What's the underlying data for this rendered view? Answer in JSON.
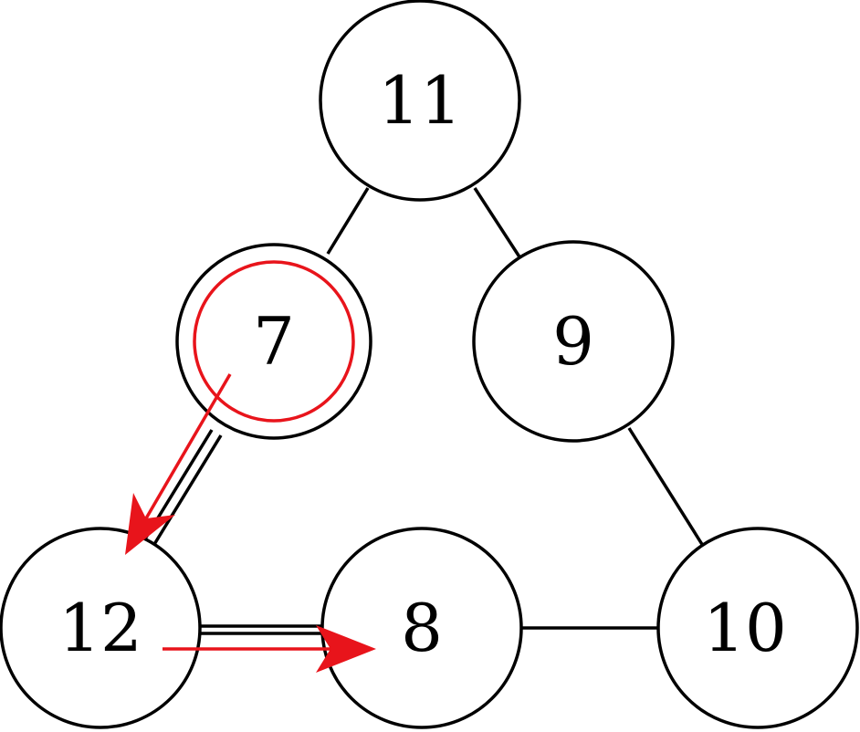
{
  "diagram": {
    "nodes": [
      {
        "id": "n11",
        "label": "11"
      },
      {
        "id": "n7",
        "label": "7"
      },
      {
        "id": "n9",
        "label": "9"
      },
      {
        "id": "n12",
        "label": "12"
      },
      {
        "id": "n8",
        "label": "8"
      },
      {
        "id": "n10",
        "label": "10"
      }
    ],
    "edges": [
      {
        "from": "11",
        "to": "7"
      },
      {
        "from": "11",
        "to": "9"
      },
      {
        "from": "9",
        "to": "10"
      },
      {
        "from": "7",
        "to": "12"
      },
      {
        "from": "12",
        "to": "8"
      },
      {
        "from": "8",
        "to": "10"
      }
    ],
    "highlighted_node": "7",
    "arrows": [
      {
        "from": "7",
        "to": "12"
      },
      {
        "from": "12",
        "to": "8"
      }
    ],
    "colors": {
      "highlight": "#e8141b",
      "stroke": "#000000",
      "background": "#ffffff"
    }
  }
}
